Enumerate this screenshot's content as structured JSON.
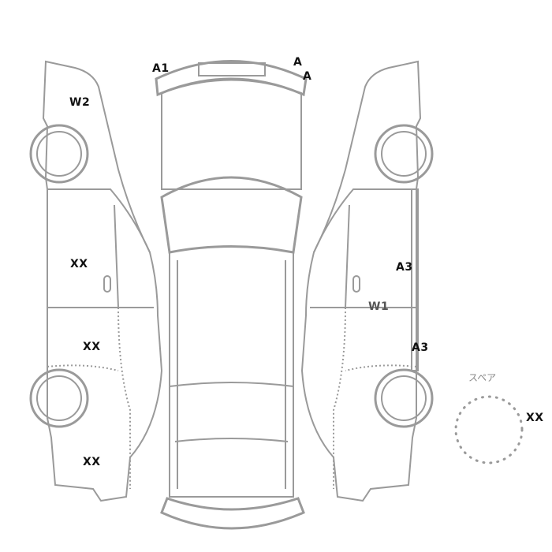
{
  "diagram": {
    "labels": {
      "front_left_bumper": "A1",
      "front_right_bumper_1": "A",
      "front_right_bumper_2": "A",
      "left_front_fender": "W2",
      "left_front_door": "XX",
      "left_rear_door": "XX",
      "left_rear_quarter": "XX",
      "right_front_door": "A3",
      "right_door_line": "W1",
      "right_rocker": "A3",
      "spare_tire": "XX"
    },
    "spare_label": "スペア",
    "stroke_color": "#9a9a9a"
  }
}
